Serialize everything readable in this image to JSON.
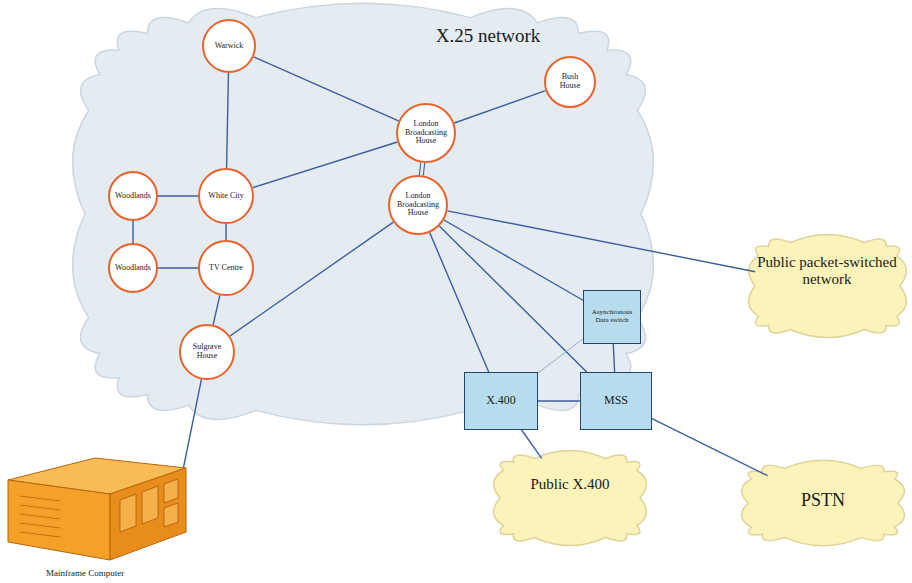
{
  "diagram": {
    "nodes": [
      {
        "text": [
          "X.25 network"
        ]
      },
      {
        "text": [
          "Warwick"
        ],
        "in": 0
      },
      {
        "text": [
          "Bush House"
        ],
        "in": 0
      },
      {
        "text": [
          "London Broadcasting House"
        ],
        "in": 0
      },
      {
        "text": [
          "Woodlands"
        ],
        "in": 0
      },
      {
        "text": [
          "White City"
        ],
        "in": 0
      },
      {
        "text": [
          "Woodlands"
        ],
        "in": 0
      },
      {
        "text": [
          "TV Centre"
        ],
        "in": 0
      },
      {
        "text": [
          "London Broadcasting House"
        ],
        "in": 0
      },
      {
        "text": [
          "Sulgrave House"
        ],
        "in": 0
      },
      {
        "text": [
          "Public packet-switched network"
        ]
      },
      {
        "text": [
          "Asynchronous Data switch"
        ]
      },
      {
        "text": [
          "X.400"
        ]
      },
      {
        "text": [
          "MSS"
        ]
      },
      {
        "text": [
          "Public X.400"
        ]
      },
      {
        "text": [
          "PSTN"
        ]
      },
      {
        "text": [
          "Mainframe Computer"
        ]
      }
    ],
    "edges": [
      {
        "from": 1,
        "to": 5,
        "arrow": "none"
      },
      {
        "from": 1,
        "to": 3,
        "arrow": "none"
      },
      {
        "from": 3,
        "to": 2,
        "arrow": "none"
      },
      {
        "from": 5,
        "to": 3,
        "arrow": "none"
      },
      {
        "from": 4,
        "to": 5,
        "arrow": "none"
      },
      {
        "from": 4,
        "to": 6,
        "arrow": "none"
      },
      {
        "from": 6,
        "to": 7,
        "arrow": "none"
      },
      {
        "from": 5,
        "to": 7,
        "arrow": "none"
      },
      {
        "from": 7,
        "to": 9,
        "arrow": "none"
      },
      {
        "from": 9,
        "to": 8,
        "arrow": "none"
      },
      {
        "from": 3,
        "to": 8,
        "arrow": "none"
      },
      {
        "from": 8,
        "to": 10,
        "arrow": "none"
      },
      {
        "from": 8,
        "to": 11,
        "arrow": "none"
      },
      {
        "from": 8,
        "to": 12,
        "arrow": "none"
      },
      {
        "from": 8,
        "to": 13,
        "arrow": "none"
      },
      {
        "from": 11,
        "to": 12,
        "arrow": "none"
      },
      {
        "from": 11,
        "to": 13,
        "arrow": "none"
      },
      {
        "from": 12,
        "to": 13,
        "arrow": "none"
      },
      {
        "from": 12,
        "to": 14,
        "arrow": "none"
      },
      {
        "from": 13,
        "to": 15,
        "arrow": "none"
      },
      {
        "from": 9,
        "to": 16,
        "arrow": "none"
      }
    ]
  }
}
